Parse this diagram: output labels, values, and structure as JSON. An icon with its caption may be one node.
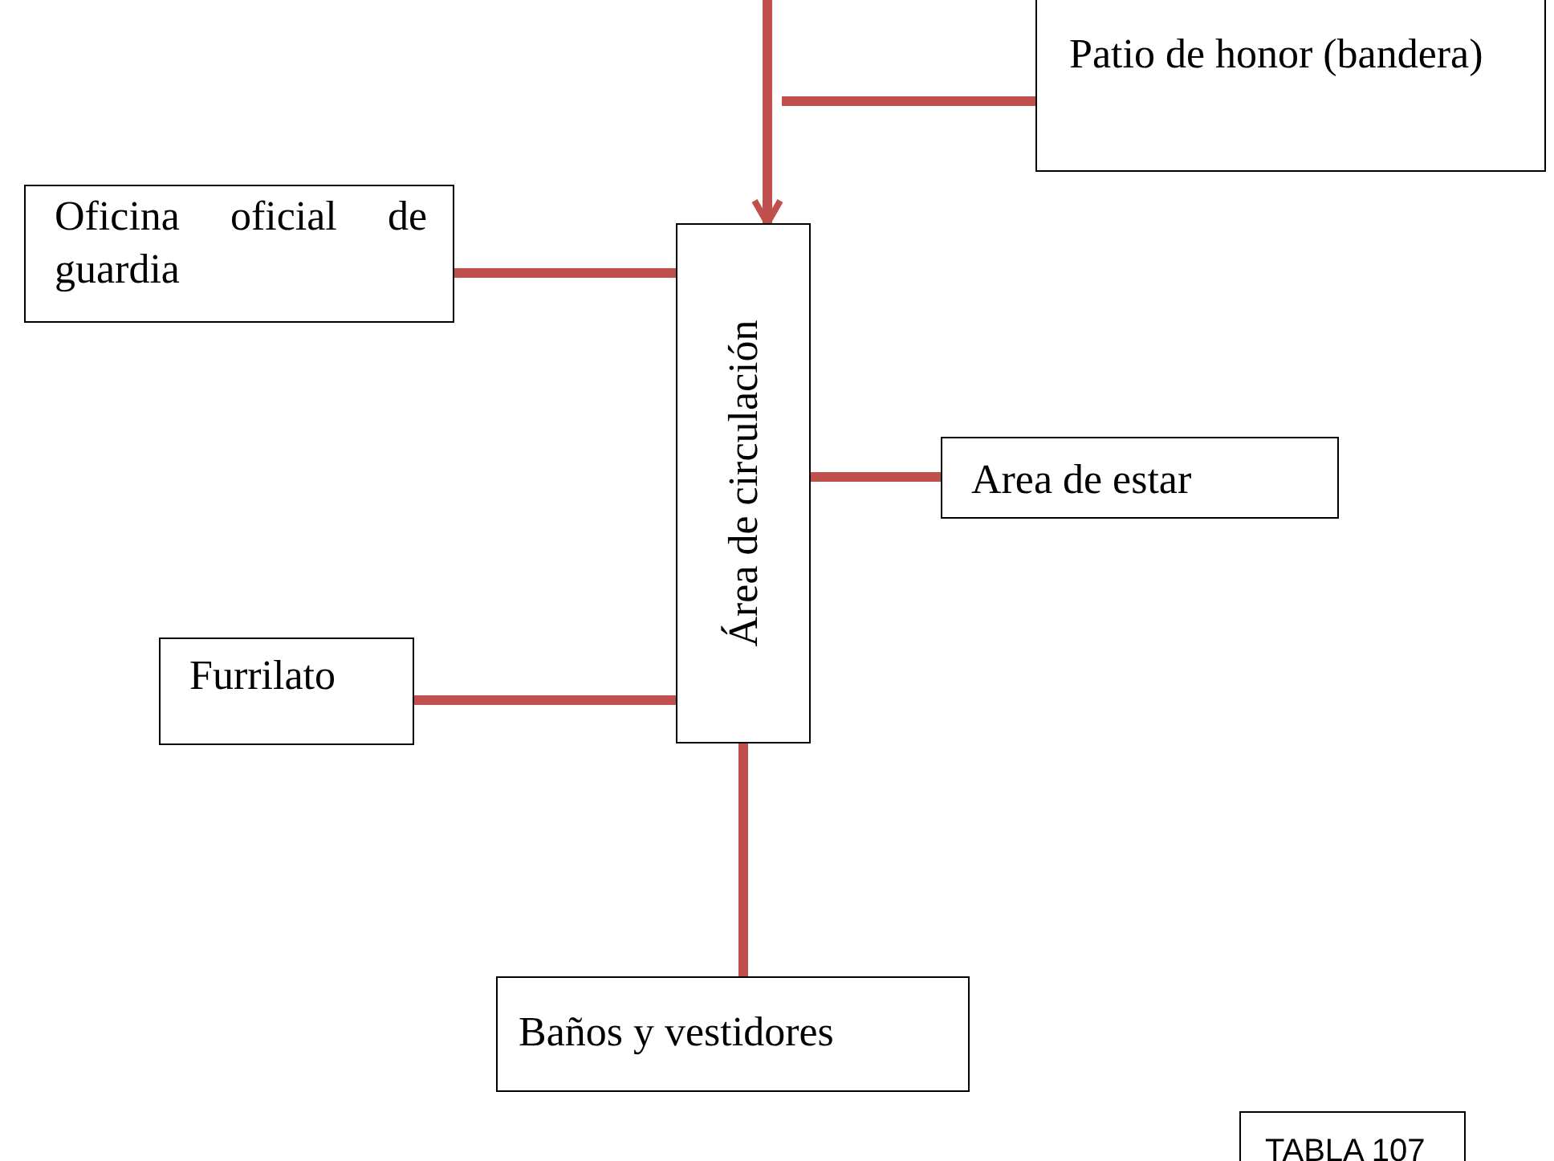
{
  "diagram": {
    "nodes": [
      {
        "text": [
          "Patio de honor (bandera)"
        ]
      },
      {
        "text": [
          "Oficina oficial de guardia"
        ]
      },
      {
        "text": [
          "Área de circulación"
        ]
      },
      {
        "text": [
          "Area de estar"
        ]
      },
      {
        "text": [
          "Furrilato"
        ]
      },
      {
        "text": [
          "Baños y vestidores"
        ]
      },
      {
        "text": [
          "TABLA 107"
        ]
      }
    ],
    "edges": [
      {
        "from": null,
        "to": 2,
        "arrow": "to"
      },
      {
        "from": 0,
        "to": null,
        "arrow": "none"
      },
      {
        "from": 1,
        "to": 2,
        "arrow": "none"
      },
      {
        "from": 2,
        "to": 3,
        "arrow": "none"
      },
      {
        "from": 4,
        "to": 2,
        "arrow": "none"
      },
      {
        "from": 2,
        "to": 5,
        "arrow": "none"
      }
    ]
  }
}
